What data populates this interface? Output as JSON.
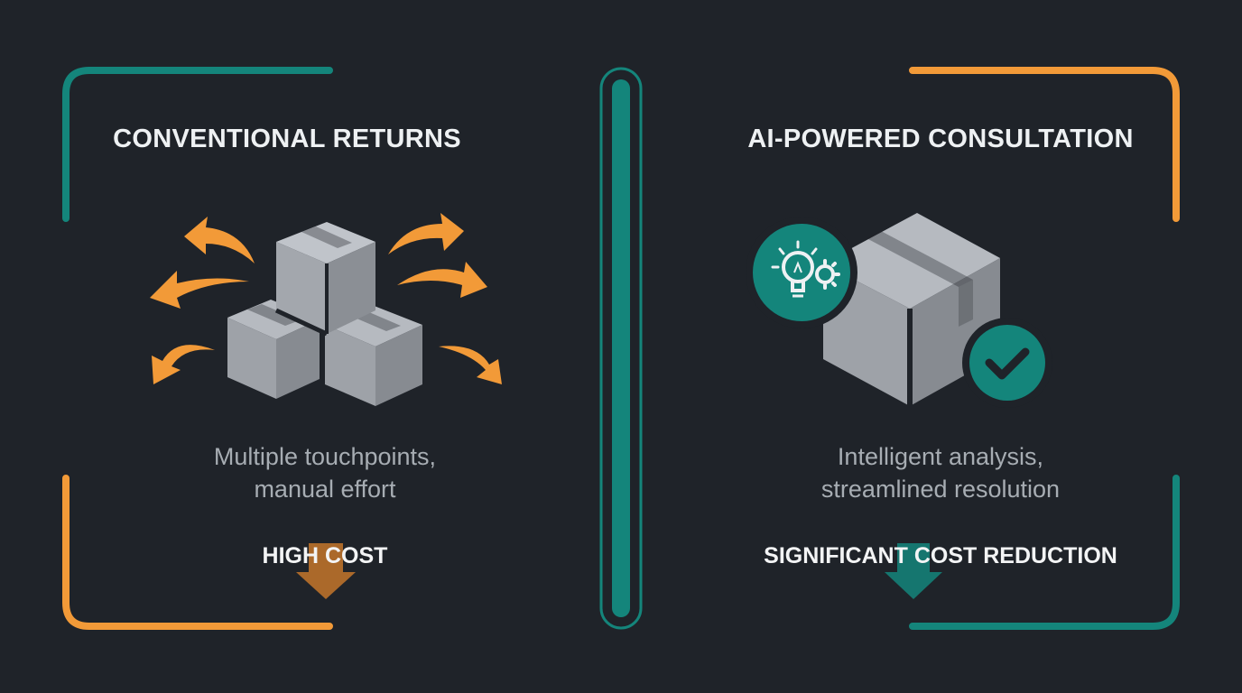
{
  "colors": {
    "background": "#1f2329",
    "teal": "#14857b",
    "orange": "#f29a38",
    "box": "#9ea2a8"
  },
  "left": {
    "title": "CONVENTIONAL RETURNS",
    "description_lines": [
      "Multiple touchpoints,",
      "manual effort"
    ],
    "cost_label": "HIGH COST",
    "icons": [
      "boxes-icon",
      "scatter-arrows-icon",
      "down-arrow-icon"
    ]
  },
  "right": {
    "title": "AI-POWERED CONSULTATION",
    "description_lines": [
      "Intelligent analysis,",
      "streamlined resolution"
    ],
    "cost_label": "SIGNIFICANT COST REDUCTION",
    "icons": [
      "box-icon",
      "lightbulb-gear-icon",
      "checkmark-icon",
      "down-arrow-icon"
    ]
  }
}
